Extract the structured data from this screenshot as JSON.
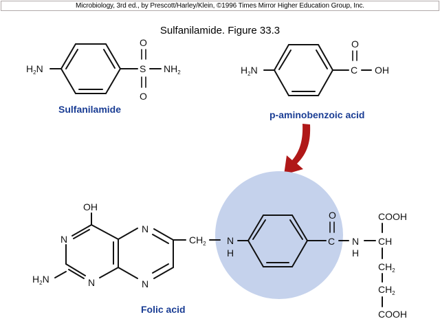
{
  "header": {
    "credit": "Microbiology, 3rd ed., by Prescott/Harley/Klein, ©1996 Times Mirror Higher Education Group, Inc."
  },
  "title": "Sulfanilamide.  Figure 33.3",
  "molecules": {
    "sulfanilamide": {
      "name": "Sulfanilamide",
      "left_group": "H2N",
      "atoms": {
        "s": "S",
        "o_top": "O",
        "o_bottom": "O",
        "nh2": "NH2"
      }
    },
    "paba": {
      "name": "p-aminobenzoic acid",
      "left_group": "H2N",
      "atoms": {
        "c": "C",
        "o": "O",
        "oh": "OH"
      }
    },
    "folic_acid": {
      "name": "Folic acid",
      "atoms": {
        "oh": "OH",
        "n1": "N",
        "n3": "N",
        "n5": "N",
        "n8": "N",
        "h2n": "H2N",
        "ch2": "CH2",
        "nh_n": "N",
        "nh_h": "H",
        "amide_c": "C",
        "amide_o": "O",
        "amide_n": "N",
        "amide_h": "H",
        "cooh_top": "COOH",
        "ch": "CH",
        "ch2_a": "CH2",
        "ch2_b": "CH2",
        "cooh_bottom": "COOH"
      }
    }
  },
  "colors": {
    "label_blue": "#1a3d94",
    "arrow_red": "#b01818",
    "highlight_circle": "#c5d2ec"
  },
  "arrow": {
    "meaning": "PABA structure incorporated into folic acid"
  }
}
